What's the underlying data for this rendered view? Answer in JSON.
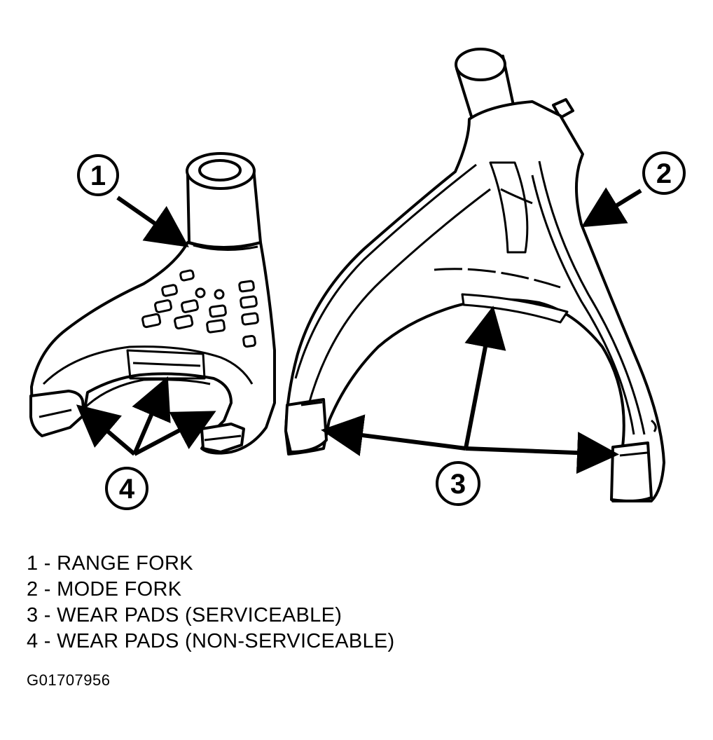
{
  "callouts": [
    {
      "number": "1"
    },
    {
      "number": "2"
    },
    {
      "number": "3"
    },
    {
      "number": "4"
    }
  ],
  "legend": [
    {
      "number": "1",
      "label": "RANGE FORK"
    },
    {
      "number": "2",
      "label": "MODE FORK"
    },
    {
      "number": "3",
      "label": "WEAR PADS (SERVICEABLE)"
    },
    {
      "number": "4",
      "label": "WEAR PADS (NON-SERVICEABLE)"
    }
  ],
  "legend_separator": " - ",
  "figure_id": "G01707956",
  "colors": {
    "line": "#000000",
    "fill": "#ffffff"
  }
}
